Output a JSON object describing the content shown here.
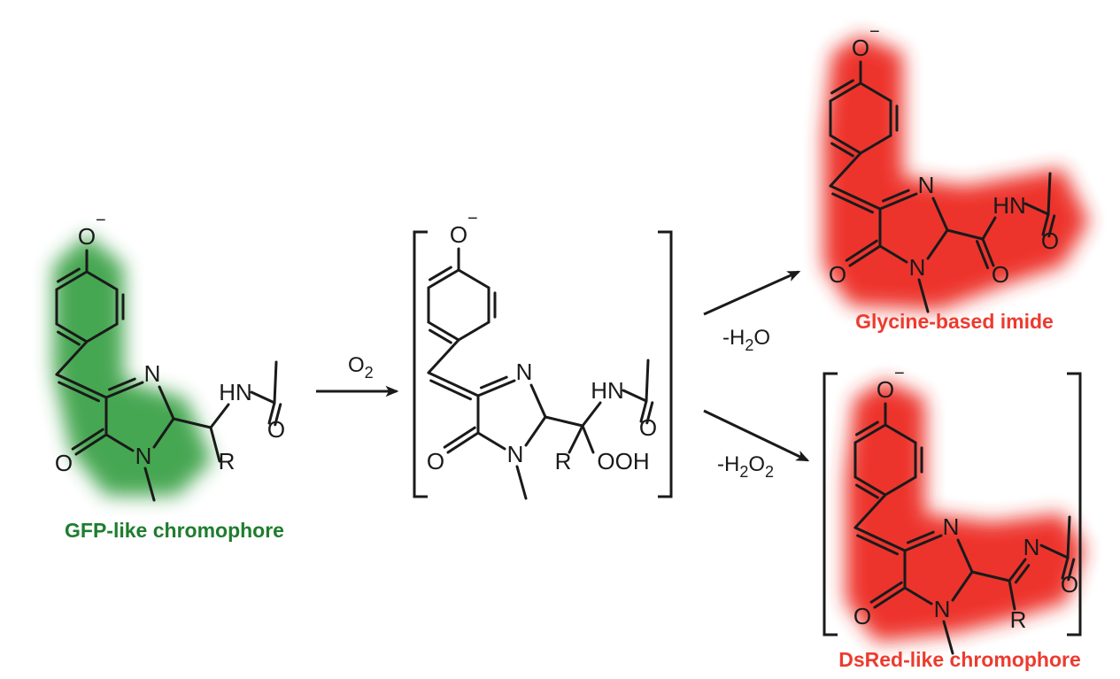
{
  "colors": {
    "green_glow": "#3ea34a",
    "red_glow": "#ec2a22",
    "green_text": "#1e7d2e",
    "red_text": "#ec3b2f",
    "ink": "#1a1a1a"
  },
  "atoms": {
    "o_minus": "O",
    "minus": "−",
    "n": "N",
    "hn": "HN",
    "o": "O",
    "r": "R",
    "ooh": "OOH"
  },
  "reagents": {
    "step1_o": "O",
    "step1_sub": "2",
    "step2_prefix": "-H",
    "step2_sub": "2",
    "step2_o": "O",
    "step3_prefix": "-H",
    "step3_sub1": "2",
    "step3_o": "O",
    "step3_sub2": "2"
  },
  "labels": {
    "gfp": "GFP-like chromophore",
    "glycine": "Glycine-based imide",
    "dsred": "DsRed-like chromophore"
  }
}
